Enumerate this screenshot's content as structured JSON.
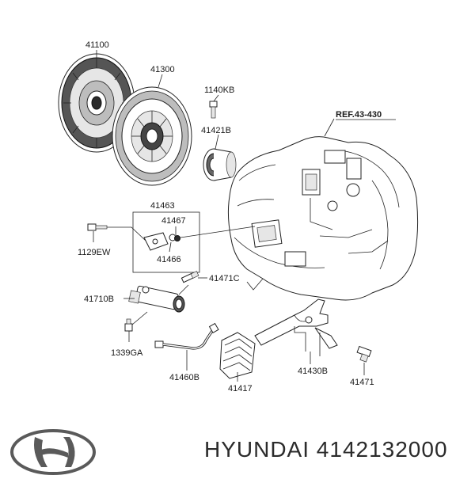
{
  "callouts": {
    "c41100": "41100",
    "c41300": "41300",
    "c1140kb": "1140KB",
    "c41421b": "41421B",
    "ref": "REF.43-430",
    "c41463": "41463",
    "c41467": "41467",
    "c41466": "41466",
    "c1129ew": "1129EW",
    "c41471c": "41471C",
    "c41710b": "41710B",
    "c1339ga": "1339GA",
    "c41460b": "41460B",
    "c41417": "41417",
    "c41430b": "41430B",
    "c41471": "41471"
  },
  "brand": {
    "logo_icon": "hyundai-logo",
    "caption": "HYUNDAI 4142132000"
  }
}
